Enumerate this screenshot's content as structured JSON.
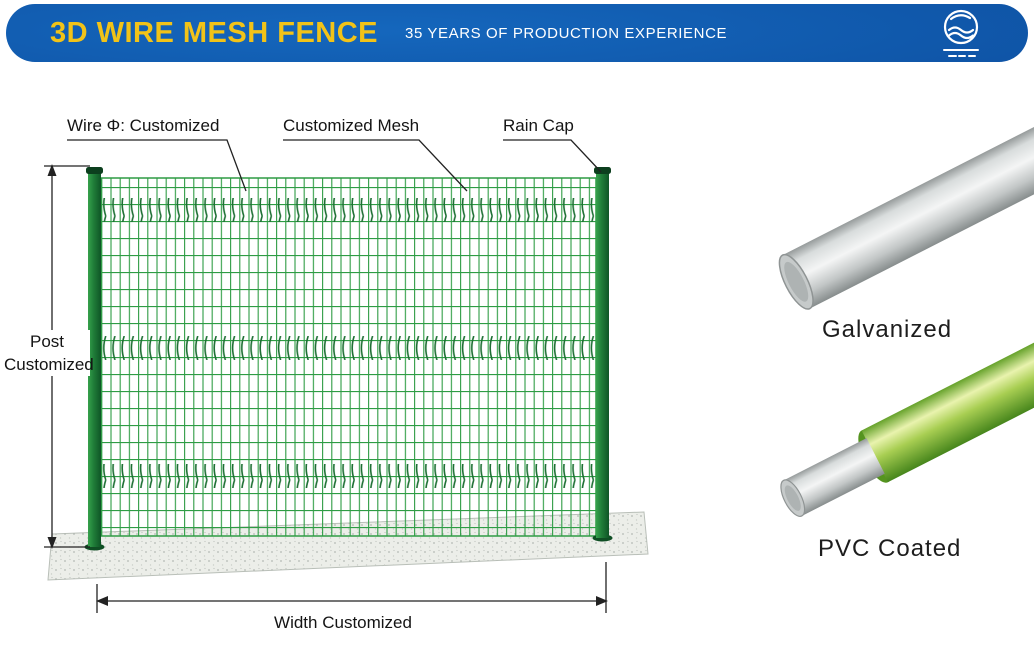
{
  "header": {
    "title": "3D WIRE MESH FENCE",
    "subtitle": "35 YEARS OF PRODUCTION EXPERIENCE",
    "logo": "company-emblem"
  },
  "diagram": {
    "callouts": {
      "wire": "Wire Φ: Customized",
      "mesh": "Customized Mesh",
      "rain_cap": "Rain Cap"
    },
    "dimensions": {
      "post_line1": "Post",
      "post_line2": "Customized",
      "width": "Width Customized"
    }
  },
  "products": [
    {
      "name": "Galvanized"
    },
    {
      "name": "PVC Coated"
    }
  ],
  "colors": {
    "header_blue": "#0d4fa0",
    "title_gold": "#f2c318",
    "fence_green": "#2e9c44",
    "post_green": "#1f7c38",
    "pvc_green": "#8ec63f",
    "galvanized_gray": "#c9cdcd"
  }
}
